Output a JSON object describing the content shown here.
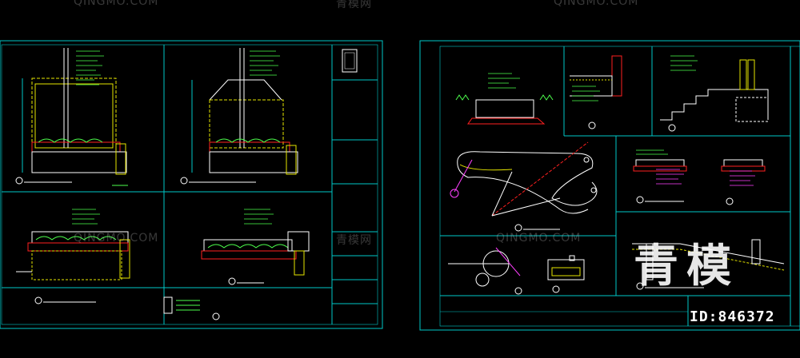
{
  "watermarks": {
    "qingmo": "QINGMO.COM",
    "qingmo_cn": "青模网",
    "big_text": "青模",
    "id_label": "ID:846372"
  },
  "colors": {
    "background": "#000000",
    "frame": "#00c8c8",
    "green_text": "#4cff4c",
    "magenta": "#ff40ff",
    "red": "#ff2020",
    "yellow": "#e6e600",
    "white": "#ffffff"
  }
}
